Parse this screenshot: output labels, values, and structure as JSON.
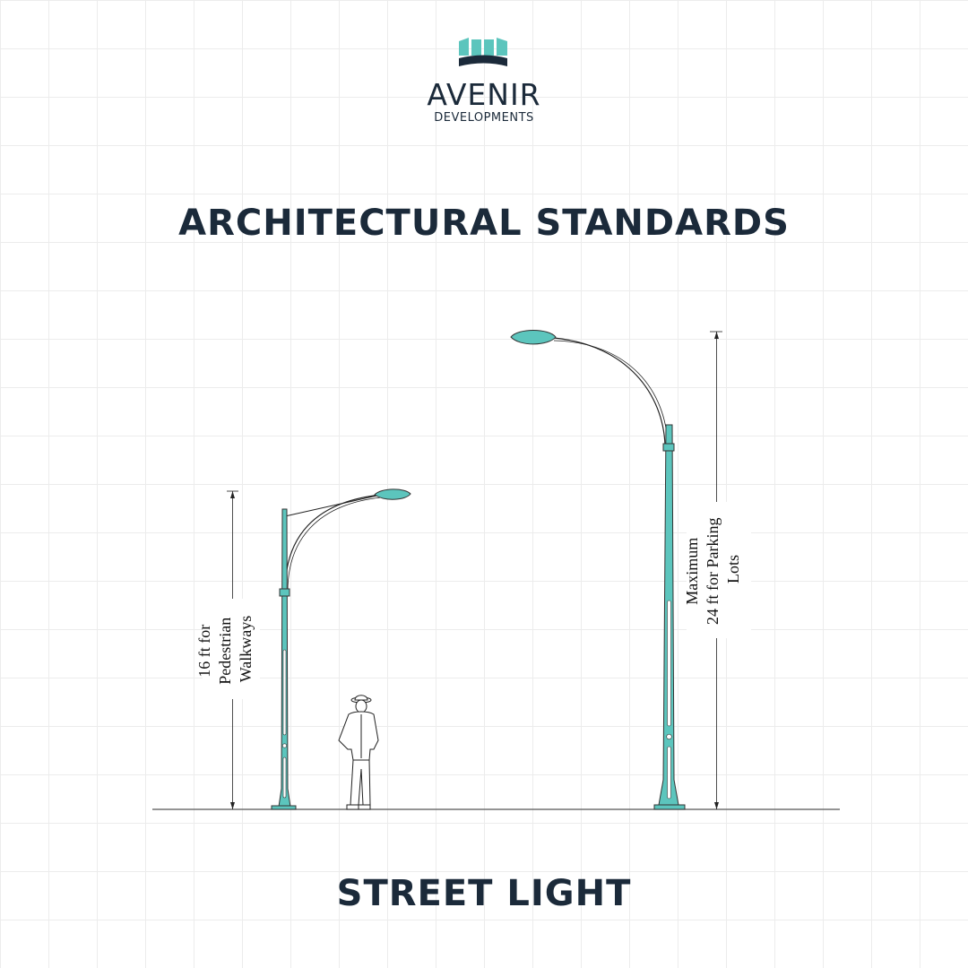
{
  "brand": {
    "name": "AVENIR",
    "tagline": "DEVELOPMENTS",
    "colors": {
      "teal": "#5cc5bd",
      "navy": "#1b2a3a"
    }
  },
  "header": {
    "title": "ARCHITECTURAL STANDARDS"
  },
  "footer": {
    "caption": "STREET LIGHT"
  },
  "diagram": {
    "pedestrian_light": {
      "label_lines": [
        "16 ft for",
        "Pedestrian",
        "Walkways"
      ],
      "height_ft": 16
    },
    "parking_light": {
      "label_lines": [
        "Maximum",
        "24 ft for Parking",
        "Lots"
      ],
      "height_ft": 24
    },
    "icons": [
      "logo-icon",
      "person-figure-icon"
    ]
  }
}
